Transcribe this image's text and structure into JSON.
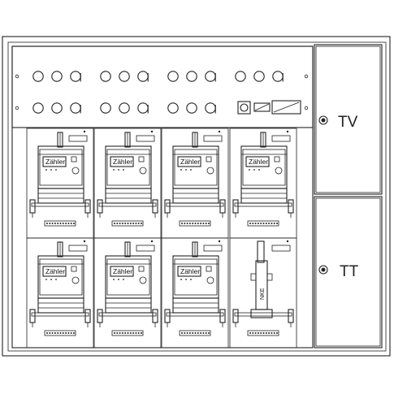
{
  "cabinet": {
    "right_top_label": "TV",
    "right_bottom_label": "TT"
  },
  "meter": {
    "label": "Zähler"
  },
  "special_slot": {
    "label": "NKE"
  }
}
